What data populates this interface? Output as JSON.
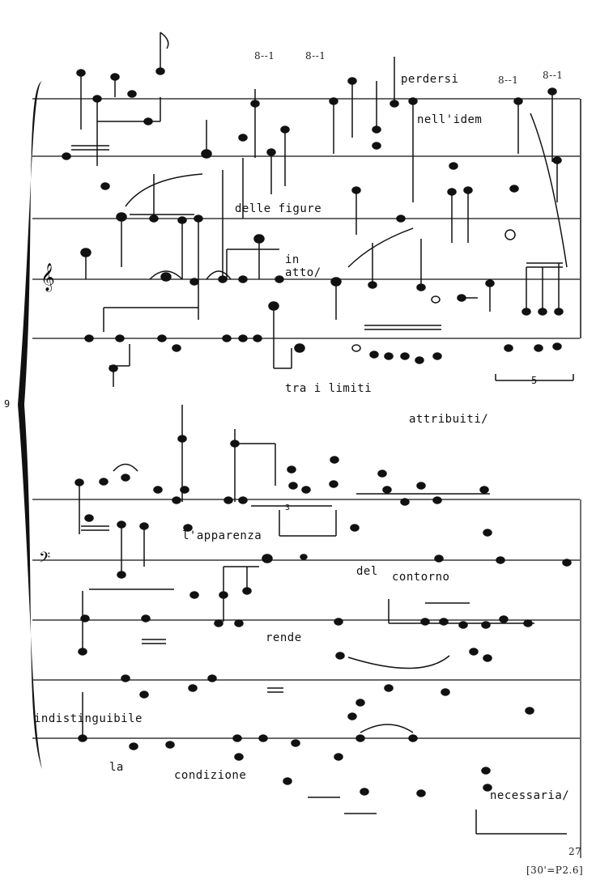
{
  "upper_system_words": {
    "perdersi": "perdersi",
    "nell_idem": "nell'idem",
    "delle_figure": "delle figure",
    "in": "in",
    "atto": "atto/",
    "tra_i_limiti": "tra i limiti",
    "attribuiti": "attribuiti/"
  },
  "lower_system_words": {
    "apparenza": "l'apparenza",
    "del": "del",
    "contorno": "contorno",
    "rende": "rende",
    "indistinguibile": "indistinguibile",
    "la": "la",
    "condizione": "condizione",
    "necessaria": "necessaria/"
  },
  "markings": {
    "octave_1": "8--1",
    "octave_2": "8--1",
    "octave_3": "8--1",
    "octave_4": "8--1",
    "tuplet_upper": "5",
    "tuplet_lower": "3",
    "system_number": "9"
  },
  "footer": {
    "page_mark": "27",
    "timing": "[30'=P2.6]"
  },
  "colors": {
    "ink": "#111111",
    "paper": "#ffffff"
  }
}
